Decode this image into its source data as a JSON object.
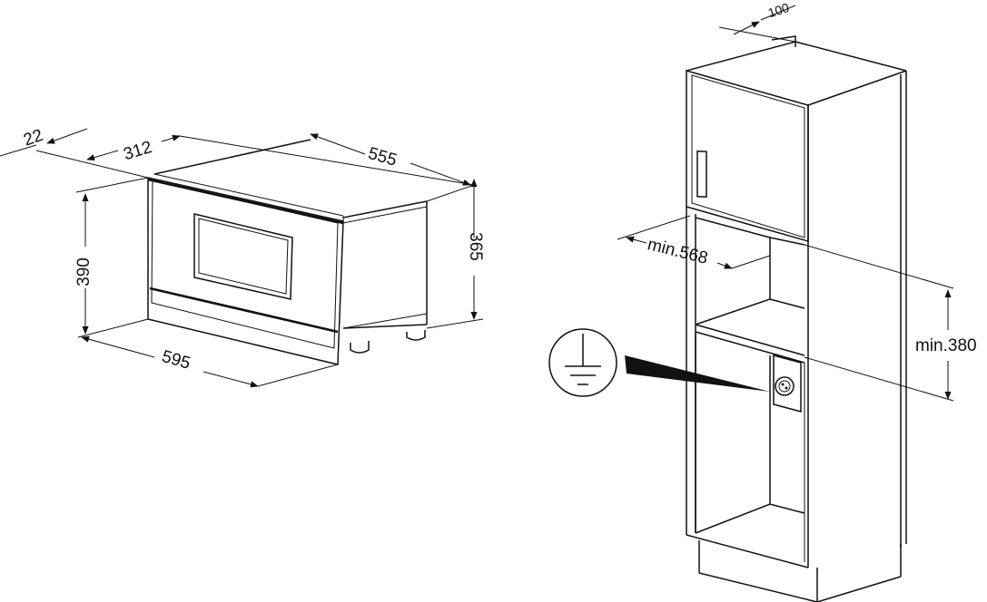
{
  "oven": {
    "dimensions": {
      "depth_front": "22",
      "depth_door": "312",
      "depth_total": "555",
      "height_front": "390",
      "height_body": "365",
      "width": "595"
    }
  },
  "cabinet": {
    "dimensions": {
      "top_offset": "100",
      "niche_depth": "min.568",
      "niche_height": "min.380"
    },
    "ground_symbol": "ground-icon"
  }
}
